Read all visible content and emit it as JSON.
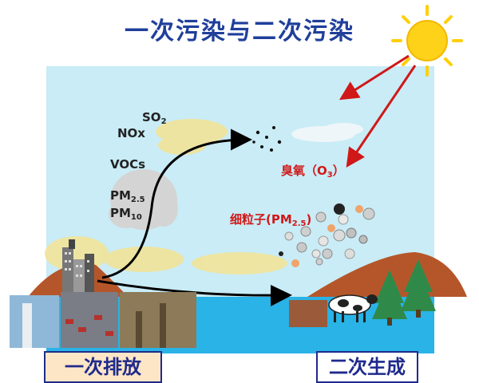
{
  "title": "一次污染与二次污染",
  "pollutants": {
    "so2_main": "SO",
    "so2_sub": "2",
    "nox": "NOx",
    "vocs": "VOCs",
    "pm25_main": "PM",
    "pm25_sub": "2.5",
    "pm10_main": "PM",
    "pm10_sub": "10"
  },
  "ozone": {
    "prefix": "臭氧（O",
    "sub": "3",
    "suffix": "）"
  },
  "fine_particles": {
    "prefix": "细粒子(PM",
    "sub": "2.5",
    "suffix": ")"
  },
  "primary_emission_label": "一次排放",
  "secondary_generation_label": "二次生成",
  "colors": {
    "title": "#1f3f9b",
    "sky": "#c9ecf6",
    "water": "#29b3e6",
    "accent_red": "#d01818",
    "label_box": "#fde6c6",
    "label_text": "#1f2a8c",
    "sun": "#ffd21a",
    "hill": "#b5562a",
    "tree": "#2f8a4a"
  }
}
